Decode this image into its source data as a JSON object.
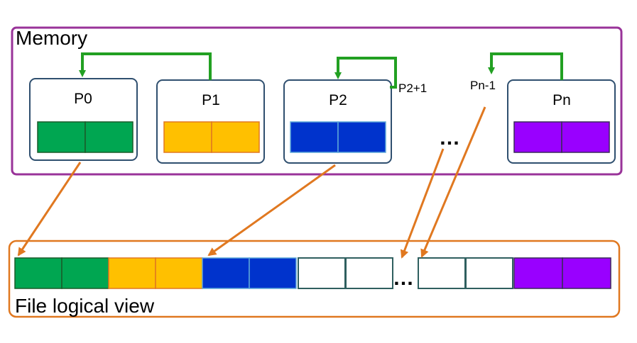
{
  "memory": {
    "label": "Memory",
    "processes": [
      {
        "name": "P0",
        "color": "#00A651"
      },
      {
        "name": "P1",
        "color": "#FFC000"
      },
      {
        "name": "P2",
        "color": "#0033CC"
      },
      {
        "name": "Pn",
        "color": "#9900FF"
      }
    ],
    "annotations": {
      "p2_next": "P2+1",
      "pn_prev": "Pn-1"
    },
    "ellipsis": "…"
  },
  "file": {
    "label": "File logical view",
    "segments": [
      {
        "owner": "P0",
        "color": "#00A651"
      },
      {
        "owner": "P1",
        "color": "#FFC000"
      },
      {
        "owner": "P2",
        "color": "#0033CC"
      },
      {
        "owner": "P2+1",
        "color": "#FFFFFF"
      },
      {
        "owner": "Pn-1",
        "color": "#FFFFFF"
      },
      {
        "owner": "Pn",
        "color": "#9900FF"
      }
    ],
    "ellipsis": "…"
  },
  "colors": {
    "memory_border": "#993399",
    "file_border": "#E07820",
    "arrow_green": "#22A022",
    "arrow_orange": "#E07820",
    "box_border": "#2F4F6F",
    "empty_cell_border": "#2F5F5F"
  }
}
